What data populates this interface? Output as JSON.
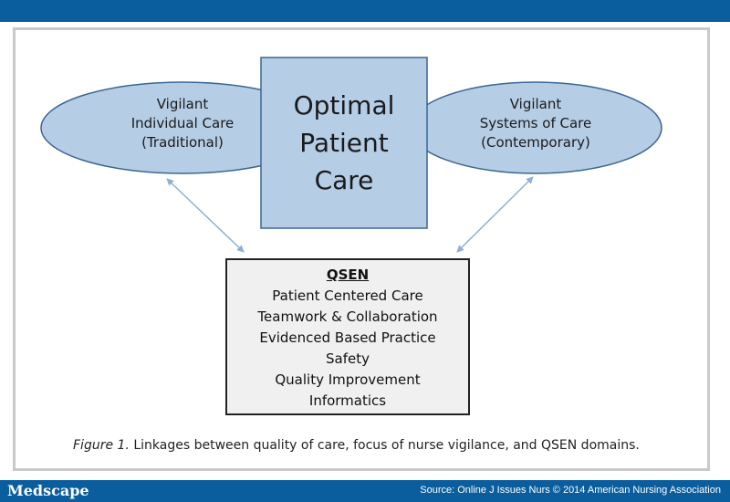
{
  "diagram": {
    "left_node": {
      "lines": [
        "Vigilant",
        "Individual Care",
        "(Traditional)"
      ]
    },
    "right_node": {
      "lines": [
        "Vigilant",
        "Systems of Care",
        "(Contemporary)"
      ]
    },
    "center_node": {
      "lines": [
        "Optimal",
        "Patient",
        "Care"
      ]
    },
    "qsen": {
      "title": "QSEN",
      "items": [
        "Patient Centered Care",
        "Teamwork & Collaboration",
        "Evidenced Based Practice",
        "Safety",
        "Quality Improvement",
        "Informatics"
      ]
    },
    "colors": {
      "node_fill": "#b6cde6",
      "node_stroke": "#3c6693",
      "arrow": "#8fb0d2"
    }
  },
  "caption": {
    "figure_label": "Figure 1.",
    "text": " Linkages between quality of care, focus of nurse vigilance, and QSEN domains."
  },
  "footer": {
    "brand": "Medscape",
    "source": "Source: Online J Issues Nurs © 2014 American Nursing Association"
  },
  "colors": {
    "bar": "#0a5e9e"
  }
}
